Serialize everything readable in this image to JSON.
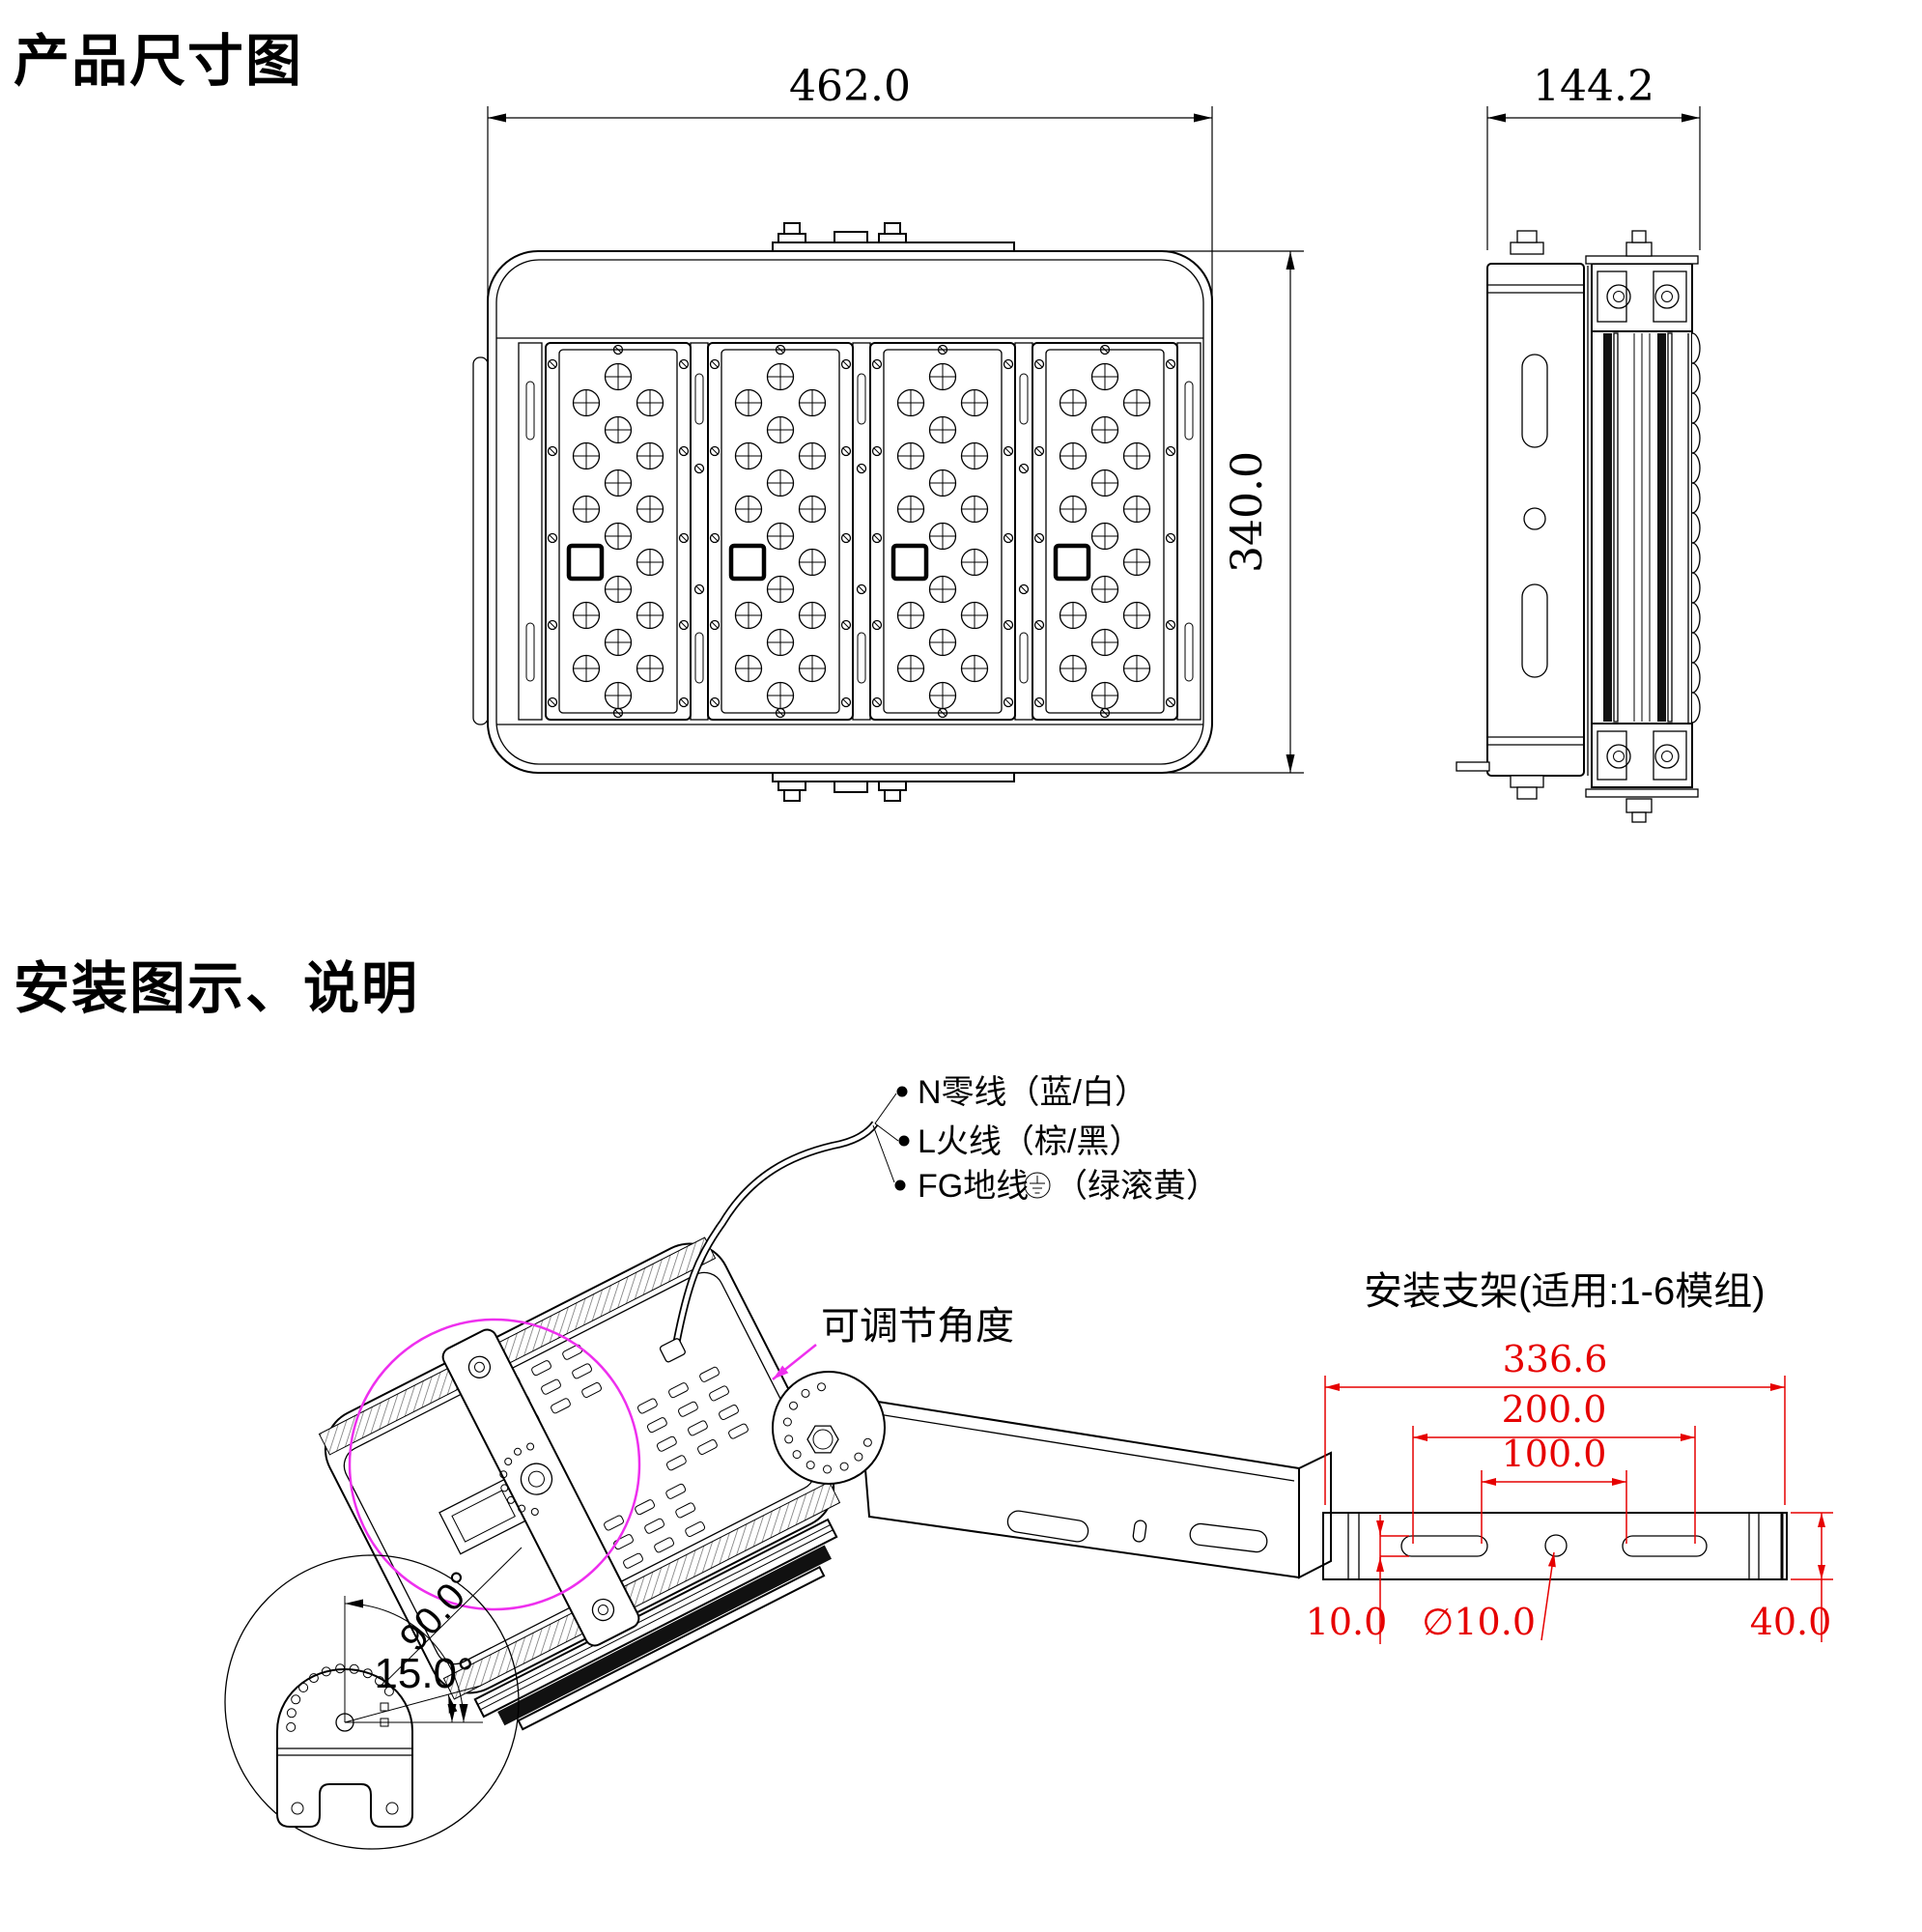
{
  "titles": {
    "product_dimensions": "产品尺寸图",
    "installation": "安装图示、说明"
  },
  "front_view": {
    "width": "462.0",
    "height": "340.0"
  },
  "side_view": {
    "width": "144.2"
  },
  "wiring": {
    "neutral": "N零线（蓝/白）",
    "live": "L火线（棕/黑）",
    "ground_prefix": "FG地线",
    "ground_suffix": "（绿滚黄）"
  },
  "adjustment": {
    "callout": "可调节角度",
    "angle_full": "90.0°",
    "angle_step": "15.0°"
  },
  "bracket": {
    "title": "安装支架(适用:1-6模组)",
    "overall_width": "336.6",
    "slot_span_outer": "200.0",
    "slot_span_inner": "100.0",
    "slot_width": "10.0",
    "hole_diameter": "∅10.0",
    "bracket_height": "40.0"
  },
  "colors": {
    "line_black": "#000000",
    "dimension_red": "#e60000",
    "highlight_magenta": "#ee2fee"
  }
}
